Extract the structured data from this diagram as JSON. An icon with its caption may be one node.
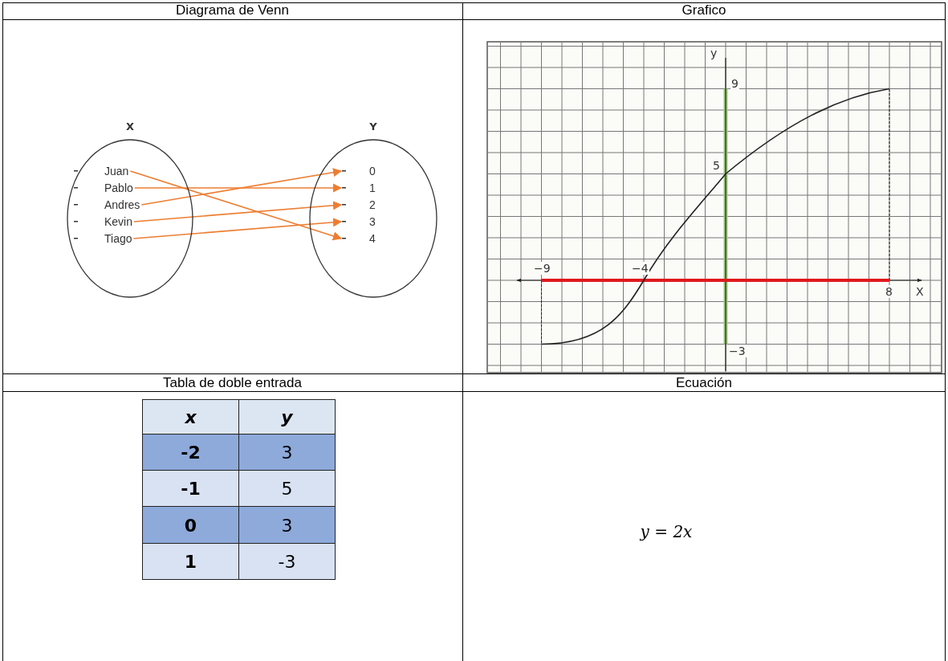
{
  "diagram": {
    "nodes": [
      {
        "text": [
          "X"
        ]
      },
      {
        "text": [
          "Juan"
        ],
        "in": 0
      },
      {
        "text": [
          "Pablo"
        ],
        "in": 0
      },
      {
        "text": [
          "Andres"
        ],
        "in": 0
      },
      {
        "text": [
          "Kevin"
        ],
        "in": 0
      },
      {
        "text": [
          "Tiago"
        ],
        "in": 0
      },
      {
        "text": [
          "Y"
        ]
      },
      {
        "text": [
          "0"
        ],
        "in": 6
      },
      {
        "text": [
          "1"
        ],
        "in": 6
      },
      {
        "text": [
          "2"
        ],
        "in": 6
      },
      {
        "text": [
          "3"
        ],
        "in": 6
      },
      {
        "text": [
          "4"
        ],
        "in": 6
      }
    ],
    "edges": [
      {
        "from": 1,
        "to": 11,
        "arrow": "to"
      },
      {
        "from": 2,
        "to": 8,
        "arrow": "to"
      },
      {
        "from": 3,
        "to": 7,
        "arrow": "to"
      },
      {
        "from": 4,
        "to": 9,
        "arrow": "to"
      },
      {
        "from": 5,
        "to": 10,
        "arrow": "to"
      }
    ],
    "labels": [
      "Diagrama de Venn",
      "Grafico",
      "y",
      "9",
      "5",
      "−9",
      "−4",
      "8",
      "X",
      "−3",
      "Tabla de doble entrada",
      "Ecuación",
      "x",
      "y",
      "-2",
      "3",
      "-1",
      "5",
      "0",
      "3",
      "1",
      "-3",
      "y = 2x"
    ]
  }
}
